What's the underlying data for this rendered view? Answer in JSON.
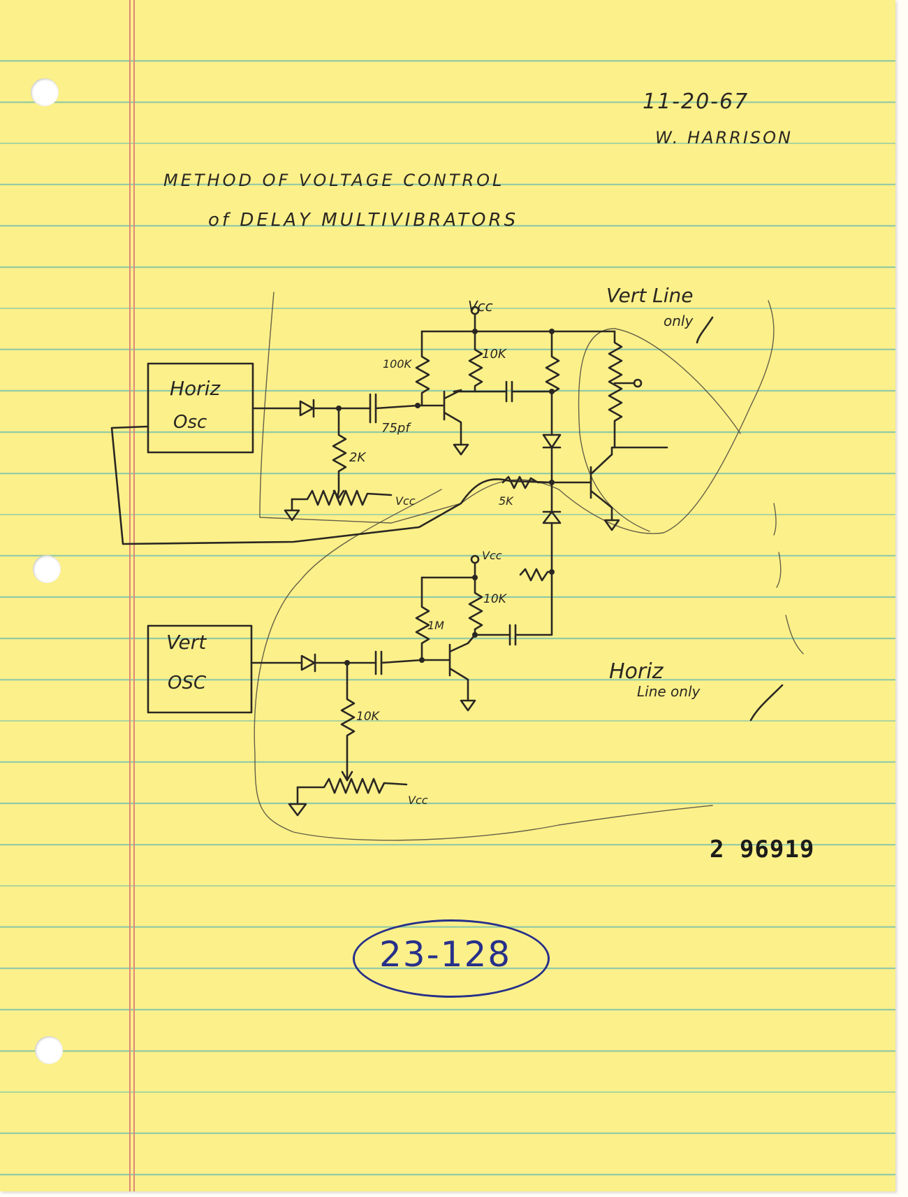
{
  "header": {
    "date": "11-20-67",
    "author": "W. HARRISON"
  },
  "title": {
    "line1": "METHOD OF VOLTAGE CONTROL",
    "line2": "of DELAY MULTIVIBRATORS"
  },
  "schematic": {
    "horiz_block": {
      "line1": "Horiz",
      "line2": "Osc"
    },
    "vert_block": {
      "line1": "Vert",
      "line2": "OSC"
    },
    "labels": {
      "vcc_top": "Vcc",
      "vcc_pot_top": "Vcc",
      "vcc_mid": "Vcc",
      "vcc_pot_bottom": "Vcc",
      "r_100k": "100K",
      "r_10k_top": "10K",
      "c_75pf": "75pf",
      "r_2k": "2K",
      "r_5k": "5K",
      "r_1m": "1M",
      "r_10k_mid": "10K",
      "r_10k_bottom": "10K"
    },
    "notes": {
      "vert_line_only_1": "Vert Line",
      "vert_line_only_2": "only",
      "horiz_line_only_1": "Horiz",
      "horiz_line_only_2": "Line only"
    }
  },
  "stamp_number": "2 96919",
  "reference_number": "23-128"
}
